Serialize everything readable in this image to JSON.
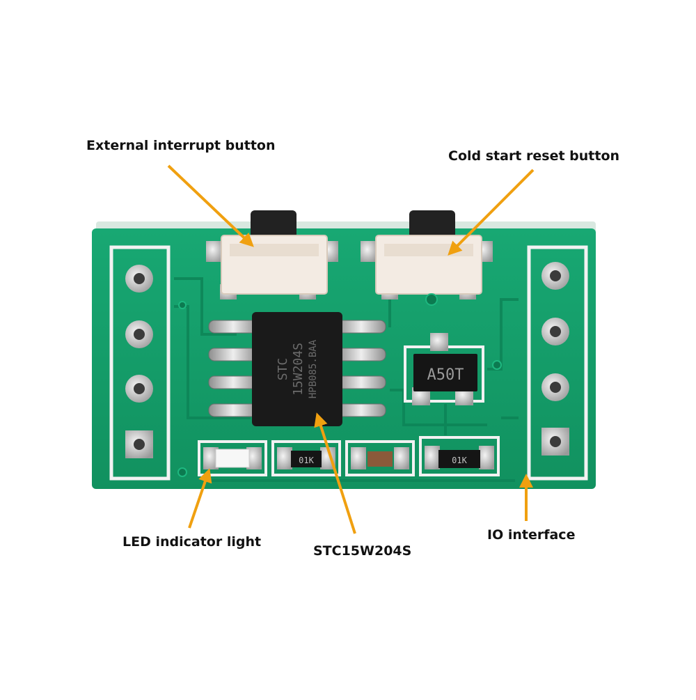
{
  "labels": {
    "external_interrupt": "External interrupt button",
    "cold_start_reset": "Cold start reset button",
    "led_indicator": "LED indicator light",
    "mcu": "STC15W204S",
    "io_interface": "IO interface"
  },
  "chip_marking": {
    "line1": "STC",
    "line2": "15W204S",
    "line3": "HPB085.BAA"
  },
  "regulator_marking": "A50T",
  "resistor_marking": "01K",
  "colors": {
    "pcb_green": "#15a06e",
    "pcb_dark": "#0f8a5c",
    "silkscreen": "#f2f2f2",
    "pad_silver": "#c9c9c9",
    "arrow_orange": "#f0a010",
    "chip_black": "#1a1a1a"
  }
}
